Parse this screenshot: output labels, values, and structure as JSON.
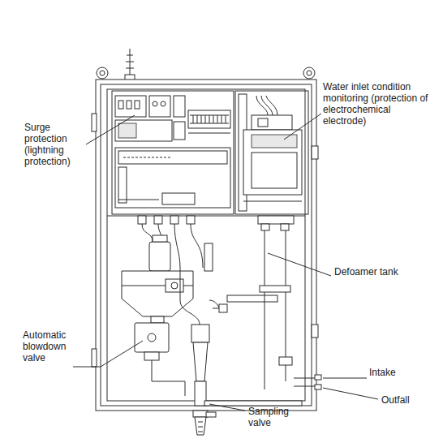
{
  "diagram": {
    "labels": [
      "Surge protection (lightning protection)",
      "Water inlet condition monitoring (protection of electrochemical electrode)",
      "Defoamer tank",
      "Automatic blowdown valve",
      "Intake",
      "Outfall",
      "Sampling valve"
    ]
  }
}
